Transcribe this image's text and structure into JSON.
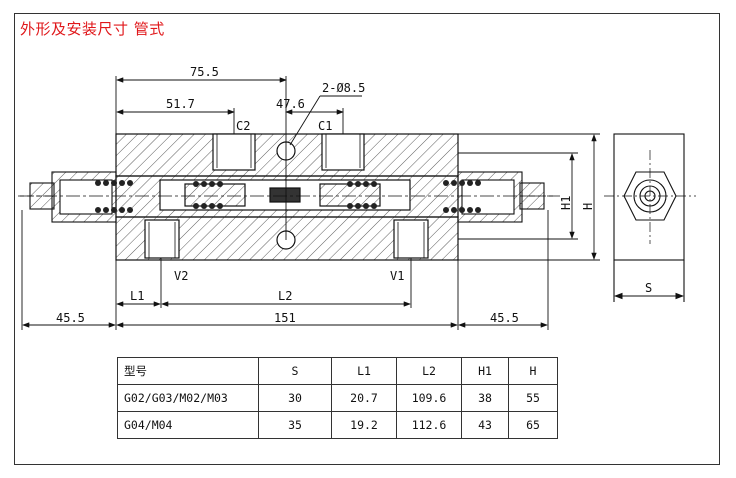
{
  "title": "外形及安装尺寸  管式",
  "dimensions": {
    "overall_left": "75.5",
    "center_mid": "51.7",
    "center_right": "47.6",
    "hole_spec": "2-Ø8.5",
    "total_length": "151",
    "end_length_left": "45.5",
    "end_length_right": "45.5",
    "l1": "L1",
    "l2": "L2",
    "h1": "H1",
    "h": "H",
    "s": "S"
  },
  "ports": {
    "c2": "C2",
    "c1": "C1",
    "v2": "V2",
    "v1": "V1"
  },
  "table": {
    "headers": [
      "型号",
      "S",
      "L1",
      "L2",
      "H1",
      "H"
    ],
    "rows": [
      [
        "G02/G03/M02/M03",
        "30",
        "20.7",
        "109.6",
        "38",
        "55"
      ],
      [
        "G04/M04",
        "35",
        "19.2",
        "112.6",
        "43",
        "65"
      ]
    ]
  },
  "colors": {
    "title": "#e0181b",
    "line": "#111111"
  }
}
